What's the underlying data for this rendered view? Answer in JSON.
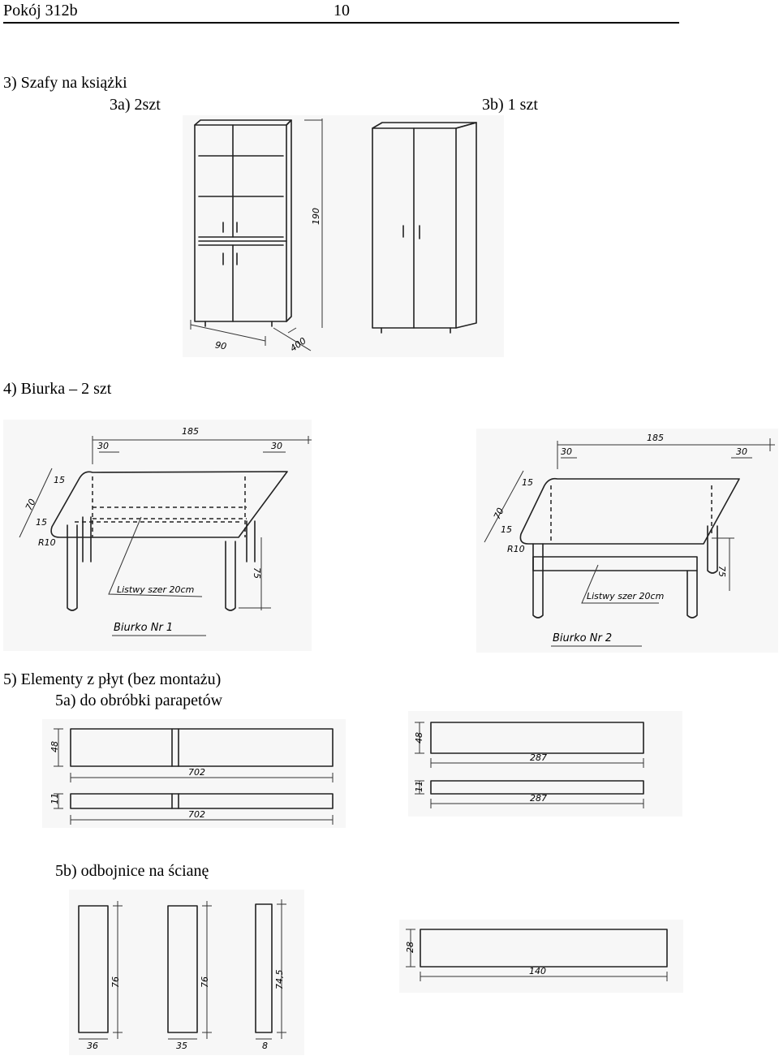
{
  "header": {
    "room": "Pokój 312b",
    "page_number": "10"
  },
  "sections": {
    "s3": {
      "title": "3) Szafy na książki",
      "sub_a": "3a) 2szt",
      "sub_b": "3b) 1 szt"
    },
    "s4": {
      "title": "4) Biurka – 2 szt"
    },
    "s5": {
      "title": "5) Elementy z płyt (bez montażu)",
      "sub_a": "5a) do obróbki parapetów",
      "sub_b": "5b) odbojnice na ścianę"
    }
  },
  "drawings": {
    "wardrobe": {
      "height": "190",
      "width": "90",
      "depth": "400"
    },
    "desk1": {
      "length": "185",
      "offset_left": "30",
      "offset_right": "30",
      "depth": "70",
      "inner": "15",
      "inner2": "15",
      "radius": "R10",
      "height": "75",
      "note": "Listwy szer 20cm",
      "label": "Biurko Nr 1"
    },
    "desk2": {
      "length": "185",
      "offset_left": "30",
      "offset_right": "30",
      "depth": "70",
      "inner": "15",
      "inner2": "15",
      "radius": "R10",
      "height": "75",
      "note": "Listwy szer 20cm",
      "label": "Biurko Nr 2"
    },
    "sill_a": {
      "h1": "48",
      "l1": "702",
      "h2": "11",
      "l2": "702"
    },
    "sill_b": {
      "h1": "48",
      "l1": "287",
      "h2": "11",
      "l2": "287"
    },
    "bumpers": [
      {
        "height": "76",
        "width": "36"
      },
      {
        "height": "76",
        "width": "35"
      },
      {
        "height": "74,5",
        "width": "8"
      },
      {
        "height": "28",
        "width": "140"
      }
    ]
  }
}
